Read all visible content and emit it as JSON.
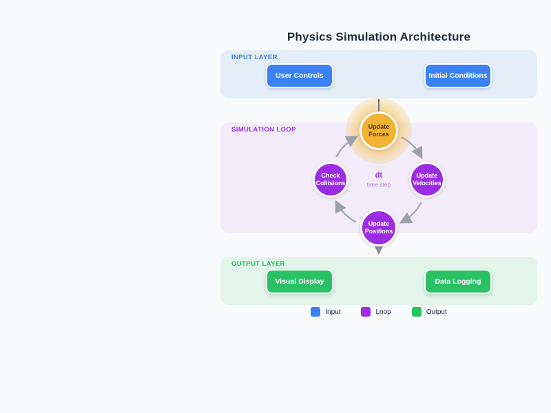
{
  "title": "Physics Simulation Architecture",
  "input_layer": {
    "label": "INPUT LAYER",
    "nodes": [
      {
        "label": "User Controls"
      },
      {
        "label": "Initial Conditions"
      }
    ]
  },
  "sim_loop": {
    "label": "SIMULATION LOOP",
    "nodes": [
      {
        "label": "Update Forces"
      },
      {
        "label": "Check Collisions"
      },
      {
        "label": "Update Velocities"
      },
      {
        "label": "Update Positions"
      }
    ],
    "center": {
      "label": "dt",
      "sublabel": "time step"
    }
  },
  "output_layer": {
    "label": "OUTPUT LAYER",
    "nodes": [
      {
        "label": "Visual Display"
      },
      {
        "label": "Data Logging"
      }
    ]
  },
  "legend": {
    "items": [
      {
        "label": "Input",
        "color": "#3b82f6"
      },
      {
        "label": "Loop",
        "color": "#a229ee"
      },
      {
        "label": "Output",
        "color": "#24c45f"
      }
    ]
  },
  "colors": {
    "input_node": "#3b82f6",
    "loop_node": "#9c2ce4",
    "forces_node": "#f1b331",
    "output_node": "#28c264",
    "arrow": "#a6abb3",
    "connector": "#6b7280"
  }
}
